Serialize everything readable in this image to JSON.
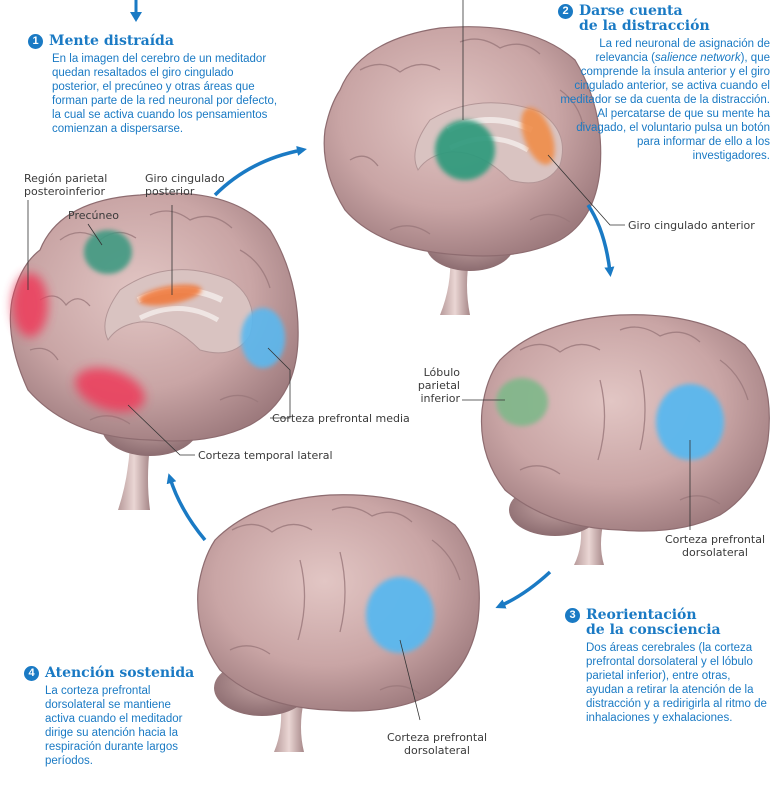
{
  "step1": {
    "number": "1",
    "title": "Mente distraída",
    "body": "En la imagen del cerebro de un meditador quedan resaltados el giro cingulado posterior, el precúneo y otras áreas que forman parte de la red neuronal por defecto, la cual se activa cuando los pensamientos comienzan a dispersarse."
  },
  "step2": {
    "number": "2",
    "title_line1": "Darse cuenta",
    "title_line2": "de la distracción",
    "body_pre": "La red neuronal de asignación de relevancia (",
    "body_italic": "salience network",
    "body_post": "), que comprende la ínsula anterior y el giro cingulado anterior, se activa cuando el meditador se da cuenta de la distracción. Al percatarse de que su mente ha divagado, el voluntario pulsa un botón para informar de ello a los investigadores."
  },
  "step3": {
    "number": "3",
    "title_line1": "Reorientación",
    "title_line2": "de la consciencia",
    "body": "Dos áreas cerebrales (la corteza prefrontal dorsolateral y el lóbulo parietal inferior), entre otras, ayudan a retirar la atención de la distracción y a redirigirla al ritmo de inhalaciones y exhalaciones."
  },
  "step4": {
    "number": "4",
    "title": "Atención sostenida",
    "body": "La corteza prefrontal dorsolateral se mantiene activa cuando el meditador dirige su atención hacia la respiración durante largos períodos."
  },
  "labels": {
    "region_parietal_line1": "Región parietal",
    "region_parietal_line2": "posteroinferior",
    "giro_cingulado_posterior_line1": "Giro cingulado",
    "giro_cingulado_posterior_line2": "posterior",
    "precuneo": "Precúneo",
    "corteza_prefrontal_media": "Corteza prefrontal media",
    "corteza_temporal_lateral": "Corteza temporal lateral",
    "giro_cingulado_anterior": "Giro cingulado anterior",
    "lobulo_parietal_line1": "Lóbulo",
    "lobulo_parietal_line2": "parietal",
    "lobulo_parietal_line3": "inferior",
    "corteza_dorsolateral_1_line1": "Corteza prefrontal",
    "corteza_dorsolateral_1_line2": "dorsolateral",
    "corteza_dorsolateral_2_line1": "Corteza prefrontal",
    "corteza_dorsolateral_2_line2": "dorsolateral"
  },
  "colors": {
    "accent": "#1a7ac4",
    "brain": "#c9a5a5",
    "brain_dark": "#a98486",
    "default_network_red": "#ee3a5a",
    "default_network_green": "#3f9a82",
    "default_network_orange": "#f07a3c",
    "default_network_blue": "#5ab8ef",
    "salience_green": "#2f9a7c",
    "salience_orange": "#f08d4a",
    "attention_blue": "#5ab8ef",
    "parietal_green": "#7fb88a"
  }
}
